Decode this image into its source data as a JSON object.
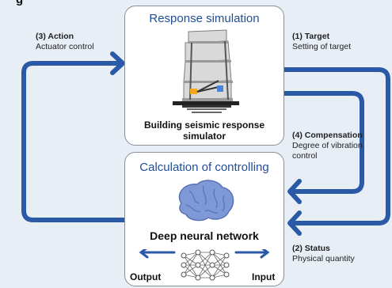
{
  "header_fragment": "g",
  "simulation_panel": {
    "title": "Response simulation",
    "caption_line1": "Building seismic response",
    "caption_line2": "simulator"
  },
  "control_panel": {
    "title": "Calculation of controlling",
    "caption": "Deep neural network",
    "output_label": "Output",
    "input_label": "Input"
  },
  "labels": {
    "action": {
      "head": "(3) Action",
      "sub": "Actuator control"
    },
    "target": {
      "head": "(1) Target",
      "sub": "Setting of target"
    },
    "compensation": {
      "head": "(4) Compensation",
      "sub_line1": "Degree of vibration",
      "sub_line2": "control"
    },
    "status": {
      "head": "(2) Status",
      "sub": "Physical quantity"
    }
  },
  "colors": {
    "flow_arrow": "#2a5aa6",
    "panel_title": "#1f4e96",
    "brain": "#7f99d6",
    "background": "#e8eef6"
  },
  "icons": [
    "building-model-icon",
    "brain-icon",
    "neural-network-icon",
    "arrow-left-icon",
    "arrow-right-icon"
  ]
}
